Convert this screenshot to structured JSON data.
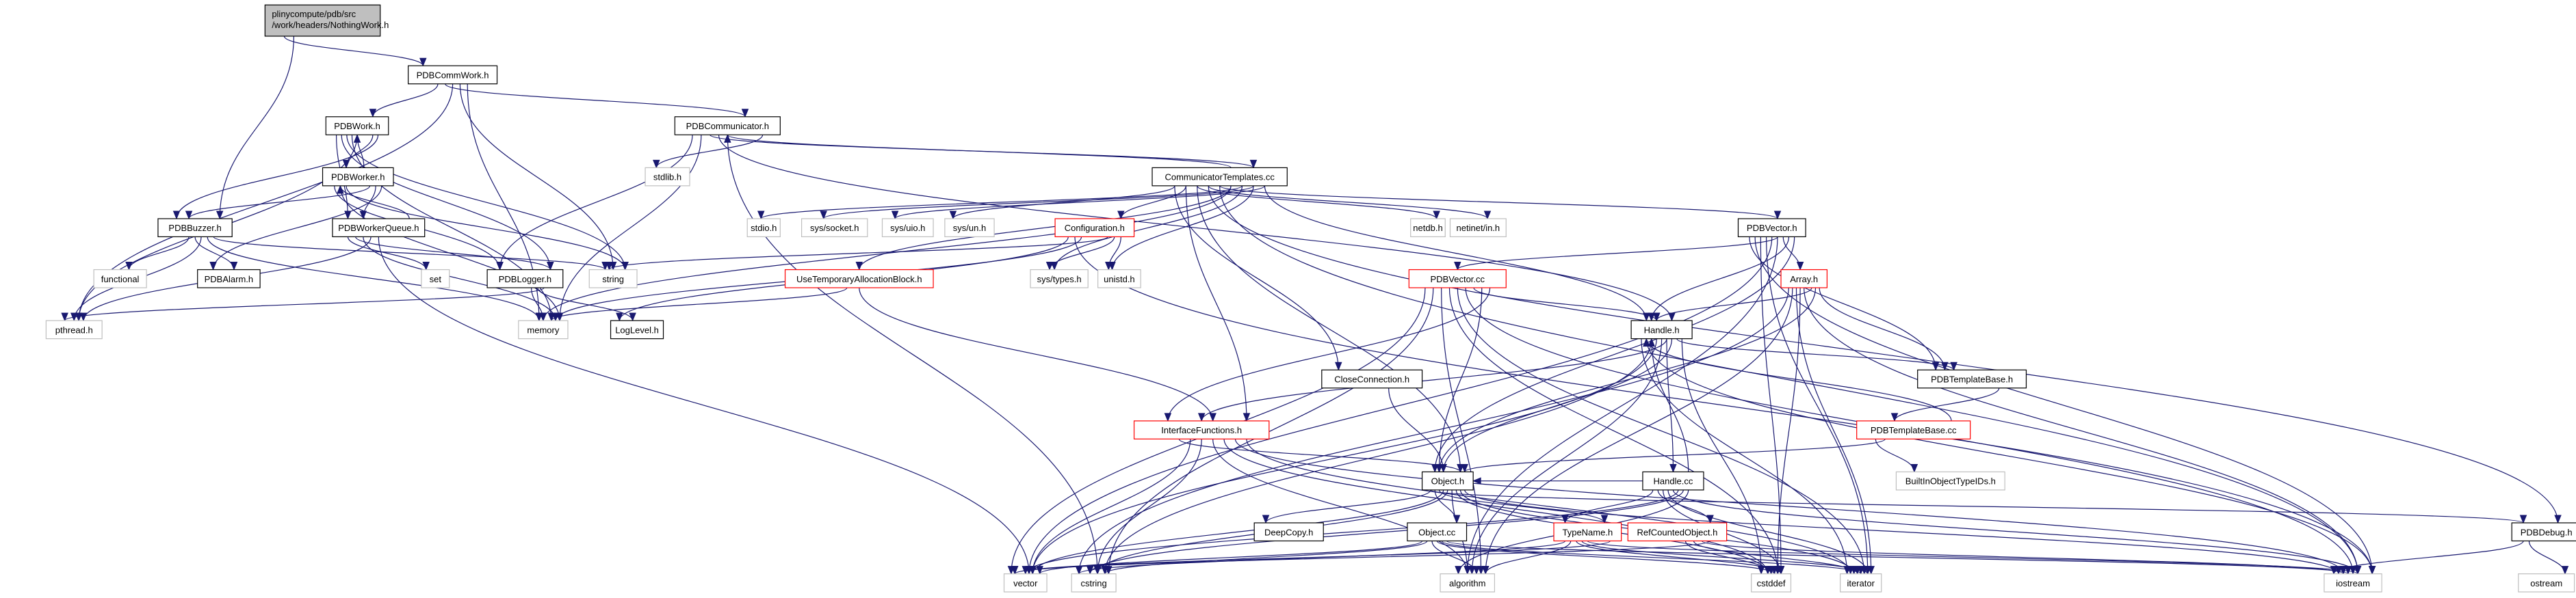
{
  "title": "Include dependency graph for NothingWork.h",
  "colors": {
    "edge": "#191970",
    "root_fill": "#bfbfbf",
    "normal_border": "#000000",
    "truncated_border": "#ff0000",
    "system_border": "#bfbfbf"
  },
  "nodes": [
    {
      "id": "root",
      "lines": [
        "plinycompute/pdb/src",
        "/work/headers/NothingWork.h"
      ],
      "kind": "root"
    },
    {
      "id": "PDBCommWork.h",
      "lines": [
        "PDBCommWork.h"
      ],
      "kind": "normal"
    },
    {
      "id": "PDBWork.h",
      "lines": [
        "PDBWork.h"
      ],
      "kind": "normal"
    },
    {
      "id": "PDBCommunicator.h",
      "lines": [
        "PDBCommunicator.h"
      ],
      "kind": "normal"
    },
    {
      "id": "PDBWorker.h",
      "lines": [
        "PDBWorker.h"
      ],
      "kind": "normal"
    },
    {
      "id": "PDBBuzzer.h",
      "lines": [
        "PDBBuzzer.h"
      ],
      "kind": "normal"
    },
    {
      "id": "PDBWorkerQueue.h",
      "lines": [
        "PDBWorkerQueue.h"
      ],
      "kind": "normal"
    },
    {
      "id": "functional",
      "lines": [
        "functional"
      ],
      "kind": "system"
    },
    {
      "id": "PDBAlarm.h",
      "lines": [
        "PDBAlarm.h"
      ],
      "kind": "normal"
    },
    {
      "id": "set",
      "lines": [
        "set"
      ],
      "kind": "system"
    },
    {
      "id": "PDBLogger.h",
      "lines": [
        "PDBLogger.h"
      ],
      "kind": "normal"
    },
    {
      "id": "string",
      "lines": [
        "string"
      ],
      "kind": "system"
    },
    {
      "id": "pthread.h",
      "lines": [
        "pthread.h"
      ],
      "kind": "system"
    },
    {
      "id": "memory",
      "lines": [
        "memory"
      ],
      "kind": "system"
    },
    {
      "id": "LogLevel.h",
      "lines": [
        "LogLevel.h"
      ],
      "kind": "normal"
    },
    {
      "id": "stdlib.h",
      "lines": [
        "stdlib.h"
      ],
      "kind": "system"
    },
    {
      "id": "CommunicatorTemplates.cc",
      "lines": [
        "CommunicatorTemplates.cc"
      ],
      "kind": "normal"
    },
    {
      "id": "stdio.h",
      "lines": [
        "stdio.h"
      ],
      "kind": "system"
    },
    {
      "id": "sys/socket.h",
      "lines": [
        "sys/socket.h"
      ],
      "kind": "system"
    },
    {
      "id": "sys/uio.h",
      "lines": [
        "sys/uio.h"
      ],
      "kind": "system"
    },
    {
      "id": "sys/un.h",
      "lines": [
        "sys/un.h"
      ],
      "kind": "system"
    },
    {
      "id": "Configuration.h",
      "lines": [
        "Configuration.h"
      ],
      "kind": "truncated"
    },
    {
      "id": "netdb.h",
      "lines": [
        "netdb.h"
      ],
      "kind": "system"
    },
    {
      "id": "netinet/in.h",
      "lines": [
        "netinet/in.h"
      ],
      "kind": "system"
    },
    {
      "id": "PDBVector.h",
      "lines": [
        "PDBVector.h"
      ],
      "kind": "normal"
    },
    {
      "id": "UseTemporaryAllocationBlock.h",
      "lines": [
        "UseTemporaryAllocationBlock.h"
      ],
      "kind": "truncated"
    },
    {
      "id": "sys/types.h",
      "lines": [
        "sys/types.h"
      ],
      "kind": "system"
    },
    {
      "id": "unistd.h",
      "lines": [
        "unistd.h"
      ],
      "kind": "system"
    },
    {
      "id": "PDBVector.cc",
      "lines": [
        "PDBVector.cc"
      ],
      "kind": "truncated"
    },
    {
      "id": "Array.h",
      "lines": [
        "Array.h"
      ],
      "kind": "truncated"
    },
    {
      "id": "Handle.h",
      "lines": [
        "Handle.h"
      ],
      "kind": "normal"
    },
    {
      "id": "CloseConnection.h",
      "lines": [
        "CloseConnection.h"
      ],
      "kind": "normal"
    },
    {
      "id": "PDBTemplateBase.h",
      "lines": [
        "PDBTemplateBase.h"
      ],
      "kind": "normal"
    },
    {
      "id": "InterfaceFunctions.h",
      "lines": [
        "InterfaceFunctions.h"
      ],
      "kind": "truncated"
    },
    {
      "id": "PDBTemplateBase.cc",
      "lines": [
        "PDBTemplateBase.cc"
      ],
      "kind": "truncated"
    },
    {
      "id": "Object.h",
      "lines": [
        "Object.h"
      ],
      "kind": "normal"
    },
    {
      "id": "Handle.cc",
      "lines": [
        "Handle.cc"
      ],
      "kind": "normal"
    },
    {
      "id": "BuiltInObjectTypeIDs.h",
      "lines": [
        "BuiltInObjectTypeIDs.h"
      ],
      "kind": "system"
    },
    {
      "id": "DeepCopy.h",
      "lines": [
        "DeepCopy.h"
      ],
      "kind": "normal"
    },
    {
      "id": "Object.cc",
      "lines": [
        "Object.cc"
      ],
      "kind": "normal"
    },
    {
      "id": "TypeName.h",
      "lines": [
        "TypeName.h"
      ],
      "kind": "truncated"
    },
    {
      "id": "RefCountedObject.h",
      "lines": [
        "RefCountedObject.h"
      ],
      "kind": "truncated"
    },
    {
      "id": "PDBDebug.h",
      "lines": [
        "PDBDebug.h"
      ],
      "kind": "normal"
    },
    {
      "id": "vector",
      "lines": [
        "vector"
      ],
      "kind": "system"
    },
    {
      "id": "cstring",
      "lines": [
        "cstring"
      ],
      "kind": "system"
    },
    {
      "id": "algorithm",
      "lines": [
        "algorithm"
      ],
      "kind": "system"
    },
    {
      "id": "cstddef",
      "lines": [
        "cstddef"
      ],
      "kind": "system"
    },
    {
      "id": "iterator",
      "lines": [
        "iterator"
      ],
      "kind": "system"
    },
    {
      "id": "iostream",
      "lines": [
        "iostream"
      ],
      "kind": "system"
    },
    {
      "id": "ostream",
      "lines": [
        "ostream"
      ],
      "kind": "system"
    }
  ],
  "edges": [
    [
      "root",
      "PDBCommWork.h"
    ],
    [
      "root",
      "PDBBuzzer.h"
    ],
    [
      "PDBCommWork.h",
      "PDBWork.h"
    ],
    [
      "PDBCommWork.h",
      "PDBCommunicator.h"
    ],
    [
      "PDBCommWork.h",
      "pthread.h"
    ],
    [
      "PDBCommWork.h",
      "string"
    ],
    [
      "PDBCommWork.h",
      "memory"
    ],
    [
      "PDBWork.h",
      "PDBWorker.h"
    ],
    [
      "PDBWork.h",
      "PDBBuzzer.h"
    ],
    [
      "PDBWork.h",
      "PDBWorkerQueue.h"
    ],
    [
      "PDBWork.h",
      "PDBLogger.h"
    ],
    [
      "PDBWork.h",
      "string"
    ],
    [
      "PDBWork.h",
      "memory"
    ],
    [
      "PDBWork.h",
      "pthread.h"
    ],
    [
      "PDBWorker.h",
      "PDBWork.h"
    ],
    [
      "PDBWorker.h",
      "PDBBuzzer.h"
    ],
    [
      "PDBWorker.h",
      "PDBWorkerQueue.h"
    ],
    [
      "PDBWorker.h",
      "PDBAlarm.h"
    ],
    [
      "PDBWorker.h",
      "PDBLogger.h"
    ],
    [
      "PDBWorker.h",
      "memory"
    ],
    [
      "PDBWorker.h",
      "string"
    ],
    [
      "PDBBuzzer.h",
      "functional"
    ],
    [
      "PDBBuzzer.h",
      "PDBAlarm.h"
    ],
    [
      "PDBBuzzer.h",
      "pthread.h"
    ],
    [
      "PDBBuzzer.h",
      "memory"
    ],
    [
      "PDBBuzzer.h",
      "string"
    ],
    [
      "PDBWorkerQueue.h",
      "PDBWorker.h"
    ],
    [
      "PDBWorkerQueue.h",
      "set"
    ],
    [
      "PDBWorkerQueue.h",
      "PDBLogger.h"
    ],
    [
      "PDBWorkerQueue.h",
      "memory"
    ],
    [
      "PDBWorkerQueue.h",
      "pthread.h"
    ],
    [
      "PDBWorkerQueue.h",
      "vector"
    ],
    [
      "PDBLogger.h",
      "memory"
    ],
    [
      "PDBLogger.h",
      "LogLevel.h"
    ],
    [
      "PDBLogger.h",
      "pthread.h"
    ],
    [
      "PDBCommunicator.h",
      "stdlib.h"
    ],
    [
      "PDBCommunicator.h",
      "PDBLogger.h"
    ],
    [
      "PDBCommunicator.h",
      "memory"
    ],
    [
      "PDBCommunicator.h",
      "CommunicatorTemplates.cc"
    ],
    [
      "PDBCommunicator.h",
      "Handle.h"
    ],
    [
      "PDBCommunicator.h",
      "cstring"
    ],
    [
      "CommunicatorTemplates.cc",
      "PDBCommunicator.h"
    ],
    [
      "CommunicatorTemplates.cc",
      "stdio.h"
    ],
    [
      "CommunicatorTemplates.cc",
      "sys/socket.h"
    ],
    [
      "CommunicatorTemplates.cc",
      "sys/uio.h"
    ],
    [
      "CommunicatorTemplates.cc",
      "sys/un.h"
    ],
    [
      "CommunicatorTemplates.cc",
      "Configuration.h"
    ],
    [
      "CommunicatorTemplates.cc",
      "netdb.h"
    ],
    [
      "CommunicatorTemplates.cc",
      "netinet/in.h"
    ],
    [
      "CommunicatorTemplates.cc",
      "PDBVector.h"
    ],
    [
      "CommunicatorTemplates.cc",
      "UseTemporaryAllocationBlock.h"
    ],
    [
      "CommunicatorTemplates.cc",
      "sys/types.h"
    ],
    [
      "CommunicatorTemplates.cc",
      "unistd.h"
    ],
    [
      "CommunicatorTemplates.cc",
      "Handle.h"
    ],
    [
      "CommunicatorTemplates.cc",
      "CloseConnection.h"
    ],
    [
      "CommunicatorTemplates.cc",
      "InterfaceFunctions.h"
    ],
    [
      "CommunicatorTemplates.cc",
      "Object.h"
    ],
    [
      "CommunicatorTemplates.cc",
      "PDBDebug.h"
    ],
    [
      "CommunicatorTemplates.cc",
      "iostream"
    ],
    [
      "CommunicatorTemplates.cc",
      "memory"
    ],
    [
      "Configuration.h",
      "string"
    ],
    [
      "Configuration.h",
      "sys/types.h"
    ],
    [
      "Configuration.h",
      "unistd.h"
    ],
    [
      "Configuration.h",
      "LogLevel.h"
    ],
    [
      "Configuration.h",
      "iostream"
    ],
    [
      "Configuration.h",
      "memory"
    ],
    [
      "UseTemporaryAllocationBlock.h",
      "memory"
    ],
    [
      "UseTemporaryAllocationBlock.h",
      "InterfaceFunctions.h"
    ],
    [
      "PDBVector.h",
      "PDBVector.cc"
    ],
    [
      "PDBVector.h",
      "Array.h"
    ],
    [
      "PDBVector.h",
      "Handle.h"
    ],
    [
      "PDBVector.h",
      "Object.h"
    ],
    [
      "PDBVector.h",
      "PDBTemplateBase.h"
    ],
    [
      "PDBVector.h",
      "iostream"
    ],
    [
      "PDBVector.h",
      "cstddef"
    ],
    [
      "PDBVector.h",
      "iterator"
    ],
    [
      "PDBVector.h",
      "vector"
    ],
    [
      "PDBVector.h",
      "algorithm"
    ],
    [
      "PDBVector.cc",
      "Handle.h"
    ],
    [
      "PDBVector.cc",
      "Object.h"
    ],
    [
      "PDBVector.cc",
      "InterfaceFunctions.h"
    ],
    [
      "PDBVector.cc",
      "vector"
    ],
    [
      "PDBVector.cc",
      "cstring"
    ],
    [
      "PDBVector.cc",
      "algorithm"
    ],
    [
      "PDBVector.cc",
      "cstddef"
    ],
    [
      "PDBVector.cc",
      "iterator"
    ],
    [
      "PDBVector.cc",
      "iostream"
    ],
    [
      "Array.h",
      "Handle.h"
    ],
    [
      "Array.h",
      "Object.h"
    ],
    [
      "Array.h",
      "PDBTemplateBase.h"
    ],
    [
      "Array.h",
      "cstring"
    ],
    [
      "Array.h",
      "algorithm"
    ],
    [
      "Array.h",
      "iterator"
    ],
    [
      "Array.h",
      "cstddef"
    ],
    [
      "Array.h",
      "iostream"
    ],
    [
      "Handle.h",
      "Handle.cc"
    ],
    [
      "Handle.h",
      "Object.h"
    ],
    [
      "Handle.h",
      "PDBTemplateBase.h"
    ],
    [
      "Handle.h",
      "cstddef"
    ],
    [
      "Handle.h",
      "iterator"
    ],
    [
      "Handle.h",
      "iostream"
    ],
    [
      "Handle.h",
      "cstring"
    ],
    [
      "Handle.h",
      "vector"
    ],
    [
      "Handle.h",
      "algorithm"
    ],
    [
      "Handle.h",
      "InterfaceFunctions.h"
    ],
    [
      "CloseConnection.h",
      "Object.h"
    ],
    [
      "PDBTemplateBase.h",
      "PDBTemplateBase.cc"
    ],
    [
      "PDBTemplateBase.cc",
      "Handle.h"
    ],
    [
      "PDBTemplateBase.cc",
      "BuiltInObjectTypeIDs.h"
    ],
    [
      "PDBTemplateBase.cc",
      "Object.h"
    ],
    [
      "InterfaceFunctions.h",
      "Object.h"
    ],
    [
      "InterfaceFunctions.h",
      "vector"
    ],
    [
      "InterfaceFunctions.h",
      "cstring"
    ],
    [
      "InterfaceFunctions.h",
      "algorithm"
    ],
    [
      "InterfaceFunctions.h",
      "cstddef"
    ],
    [
      "InterfaceFunctions.h",
      "iostream"
    ],
    [
      "InterfaceFunctions.h",
      "iterator"
    ],
    [
      "Object.h",
      "DeepCopy.h"
    ],
    [
      "Object.h",
      "Object.cc"
    ],
    [
      "Object.h",
      "TypeName.h"
    ],
    [
      "Object.h",
      "vector"
    ],
    [
      "Object.h",
      "cstring"
    ],
    [
      "Object.h",
      "algorithm"
    ],
    [
      "Object.h",
      "cstddef"
    ],
    [
      "Object.h",
      "iterator"
    ],
    [
      "Object.h",
      "iostream"
    ],
    [
      "Object.h",
      "PDBDebug.h"
    ],
    [
      "Object.cc",
      "vector"
    ],
    [
      "Object.cc",
      "cstring"
    ],
    [
      "Object.cc",
      "algorithm"
    ],
    [
      "Object.cc",
      "cstddef"
    ],
    [
      "Object.cc",
      "iterator"
    ],
    [
      "Object.cc",
      "iostream"
    ],
    [
      "Handle.cc",
      "Handle.h"
    ],
    [
      "Handle.cc",
      "Object.h"
    ],
    [
      "Handle.cc",
      "TypeName.h"
    ],
    [
      "Handle.cc",
      "RefCountedObject.h"
    ],
    [
      "Handle.cc",
      "cstddef"
    ],
    [
      "Handle.cc",
      "iterator"
    ],
    [
      "Handle.cc",
      "iostream"
    ],
    [
      "Handle.cc",
      "vector"
    ],
    [
      "Handle.cc",
      "cstring"
    ],
    [
      "Handle.cc",
      "algorithm"
    ],
    [
      "TypeName.h",
      "vector"
    ],
    [
      "TypeName.h",
      "cstring"
    ],
    [
      "TypeName.h",
      "algorithm"
    ],
    [
      "TypeName.h",
      "cstddef"
    ],
    [
      "TypeName.h",
      "iterator"
    ],
    [
      "TypeName.h",
      "iostream"
    ],
    [
      "RefCountedObject.h",
      "cstddef"
    ],
    [
      "RefCountedObject.h",
      "iterator"
    ],
    [
      "RefCountedObject.h",
      "iostream"
    ],
    [
      "RefCountedObject.h",
      "vector"
    ],
    [
      "PDBDebug.h",
      "iostream"
    ],
    [
      "PDBDebug.h",
      "ostream"
    ]
  ]
}
